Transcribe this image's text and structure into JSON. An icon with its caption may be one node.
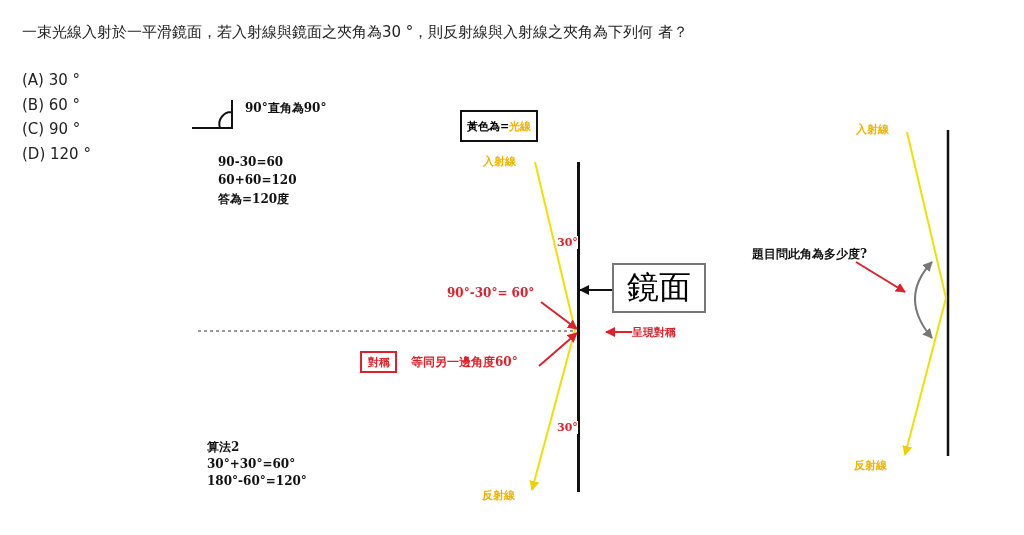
{
  "diagram": {
    "nodes": [
      {
        "text": [
          "黃色為=",
          "光線"
        ]
      },
      {
        "text": [],
        "shape": "bar",
        "beside": [
          "30°",
          "30°"
        ]
      },
      {
        "text": [
          "鏡面"
        ]
      },
      {
        "text": [
          "90°-30°= 60°"
        ]
      },
      {
        "text": [
          "對稱"
        ]
      },
      {
        "text": [
          "等同另一邊角度60°"
        ]
      },
      {
        "text": [
          "呈現對稱"
        ]
      },
      {
        "text": [
          "題目問此角為多少度?"
        ]
      },
      {
        "text": [],
        "shape": "picture"
      }
    ],
    "edges": [
      {
        "from": 2,
        "to": 1,
        "arrow": "to",
        "color": "#111111"
      },
      {
        "from": 3,
        "to": 1,
        "arrow": "to"
      },
      {
        "from": 5,
        "to": 1,
        "arrow": "to"
      },
      {
        "from": 6,
        "to": null,
        "arrow": "to"
      },
      {
        "from": 7,
        "to": 8,
        "arrow": "to"
      }
    ],
    "labels": [
      "一束光線入射於一平滑鏡面，若入射線與鏡面之夾角為30 °，則反射線與入射線之夾角為下列何 者？",
      "(A) 30 °",
      "(B) 60 °",
      "(C) 90 °",
      "(D) 120 °",
      "90°直角為90°",
      "90-30=60",
      "60+60=120",
      "答為=120度",
      "入射線",
      "反射線",
      "算法2",
      "30°+30°=60°",
      "180°-60°=120°",
      "入射線",
      "反射線"
    ]
  }
}
